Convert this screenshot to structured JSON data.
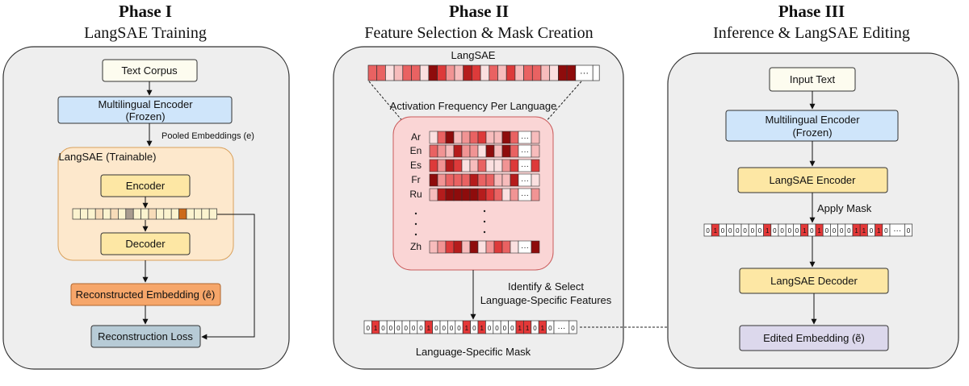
{
  "phase1": {
    "title": "Phase I",
    "subtitle": "LangSAE Training",
    "text_corpus": "Text Corpus",
    "encoder_line1": "Multilingual Encoder",
    "encoder_line2": "(Frozen)",
    "pooled_label": "Pooled Embeddings (e)",
    "langsae_trainable": "LangSAE (Trainable)",
    "encoder": "Encoder",
    "decoder": "Decoder",
    "reconstructed": "Reconstructed Embedding (ê)",
    "loss": "Reconstruction Loss"
  },
  "phase2": {
    "title": "Phase II",
    "subtitle": "Feature Selection & Mask Creation",
    "langsae": "LangSAE",
    "activation_freq": "Activation Frequency Per Language",
    "languages": [
      "Ar",
      "En",
      "Es",
      "Fr",
      "Ru"
    ],
    "last_language": "Zh",
    "ellipsis": "···",
    "identify_line1": "Identify & Select",
    "identify_line2": "Language-Specific Features",
    "mask_label": "Language-Specific Mask",
    "mask_bits": [
      "0",
      "1",
      "0",
      "0",
      "0",
      "0",
      "0",
      "0",
      "1",
      "0",
      "0",
      "0",
      "0",
      "1",
      "0",
      "1",
      "0",
      "0",
      "0",
      "0",
      "1",
      "1",
      "0",
      "1",
      "0",
      "···",
      "0"
    ]
  },
  "phase3": {
    "title": "Phase III",
    "subtitle": "Inference & LangSAE Editing",
    "input_text": "Input Text",
    "encoder_line1": "Multilingual Encoder",
    "encoder_line2": "(Frozen)",
    "langsae_encoder": "LangSAE Encoder",
    "apply_mask": "Apply Mask",
    "langsae_decoder": "LangSAE Decoder",
    "edited": "Edited Embedding (ẽ)",
    "mask_bits": [
      "0",
      "1",
      "0",
      "0",
      "0",
      "0",
      "0",
      "0",
      "1",
      "0",
      "0",
      "0",
      "0",
      "1",
      "0",
      "1",
      "0",
      "0",
      "0",
      "0",
      "1",
      "1",
      "0",
      "1",
      "0",
      "···",
      "0"
    ]
  },
  "colors": {
    "panel_bg": "#eeeeee",
    "corpus": "#fdfcef",
    "blue_box": "#cfe5fa",
    "orange_region": "#fde8cc",
    "yellow_box": "#fde7a4",
    "reconstructed": "#f6a66a",
    "loss": "#b7cbd6",
    "pink_region": "#fad5d5",
    "edited": "#dcd8ec",
    "mask_red": "#e43838"
  }
}
